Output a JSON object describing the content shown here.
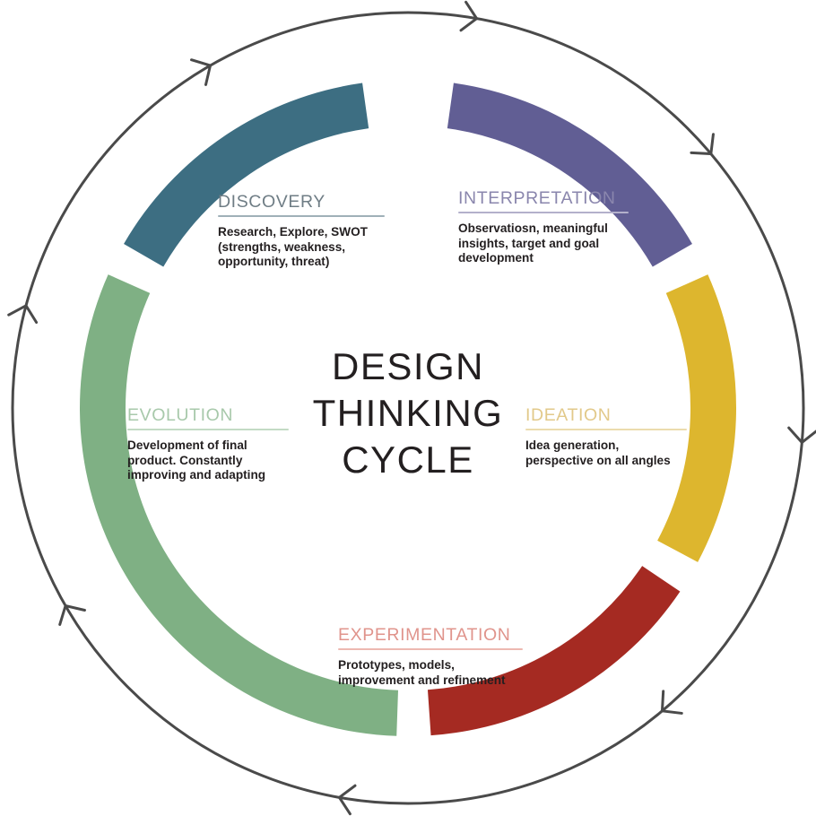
{
  "diagram": {
    "center_title_lines": [
      "DESIGN",
      "THINKING",
      "CYCLE"
    ],
    "background_color": "#ffffff",
    "ring_color": "#4a4a4a",
    "stages": [
      {
        "id": "discovery",
        "title": "DISCOVERY",
        "body": "Research, Explore, SWOT (strengths, weakness, opportunity, threat)",
        "body_lines": [
          "Research, Explore, SWOT",
          "(strengths, weakness,",
          "opportunity, threat)"
        ],
        "color": "#3d6e82",
        "title_color": "#6f7d85",
        "rule_color": "#9fb0b8",
        "arc_start_deg": 300,
        "arc_end_deg": 352
      },
      {
        "id": "interpretation",
        "title": "INTERPRETATION",
        "body": "Observatiosn, meaningful insights, target and goal development",
        "body_lines": [
          "Observatiosn, meaningful",
          "insights, target and goal",
          "development"
        ],
        "color": "#615e94",
        "title_color": "#8a86ad",
        "rule_color": "#b3b0cb",
        "arc_start_deg": 8,
        "arc_end_deg": 60
      },
      {
        "id": "ideation",
        "title": "IDEATION",
        "body": "Idea generation, perspective on all angles",
        "body_lines": [
          "Idea generation,",
          "perspective on all angles"
        ],
        "color": "#ddb62e",
        "title_color": "#e2c98a",
        "rule_color": "#ecdcae",
        "arc_start_deg": 66,
        "arc_end_deg": 118
      },
      {
        "id": "experimentation",
        "title": "EXPERIMENTATION",
        "body": "Prototypes, models, improvement and refinement",
        "body_lines": [
          "Prototypes, models,",
          "improvement and refinement"
        ],
        "color": "#a52a22",
        "title_color": "#e0948c",
        "rule_color": "#edb8b1",
        "arc_start_deg": 124,
        "arc_end_deg": 176
      },
      {
        "id": "evolution",
        "title": "EVOLUTION",
        "body": "Development of final product. Constantly improving and adapting",
        "body_lines": [
          "Development of final",
          "product. Constantly",
          "improving and adapting"
        ],
        "color": "#7fb084",
        "title_color": "#a8c9ab",
        "rule_color": "#c3dbc5",
        "arc_start_deg": 182,
        "arc_end_deg": 294
      }
    ],
    "outer_ring": {
      "arrow_count": 8,
      "direction": "clockwise",
      "arrow_angles_deg": [
        330,
        10,
        50,
        95,
        140,
        190,
        240,
        285
      ]
    }
  }
}
